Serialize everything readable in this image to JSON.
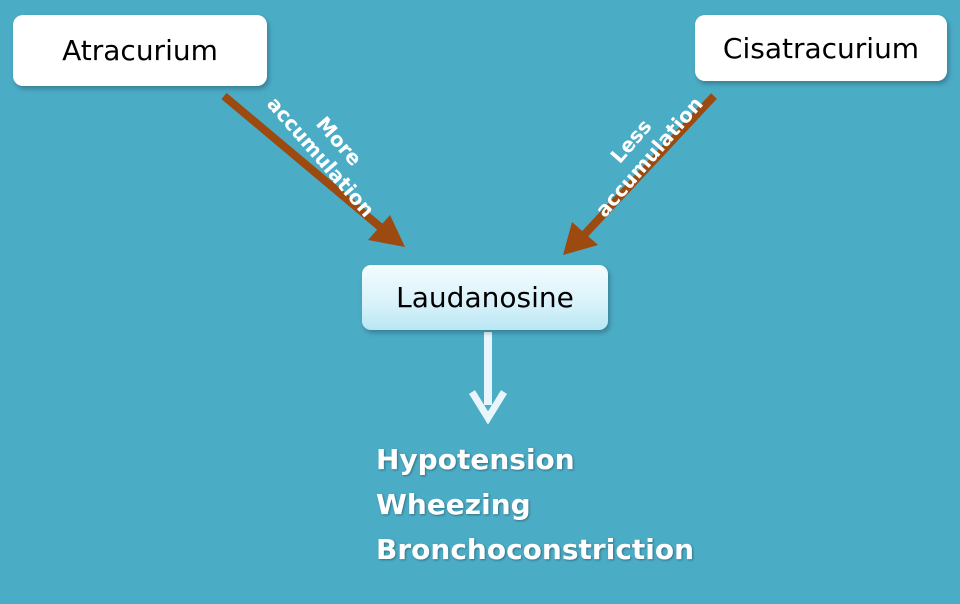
{
  "nodes": {
    "left": "Atracurium",
    "right": "Cisatracurium",
    "center": "Laudanosine"
  },
  "edges": {
    "left_label": [
      "More",
      "accumulation"
    ],
    "right_label": [
      "Less",
      "accumulation"
    ]
  },
  "effects": [
    "Hypotension",
    "Wheezing",
    "Bronchoconstriction"
  ],
  "colors": {
    "background": "#4bacc6",
    "arrow_brown": "#9c4a0f",
    "arrow_light": "#e8f6fb",
    "node_fill": "#ffffff",
    "text_light": "#ffffff"
  }
}
